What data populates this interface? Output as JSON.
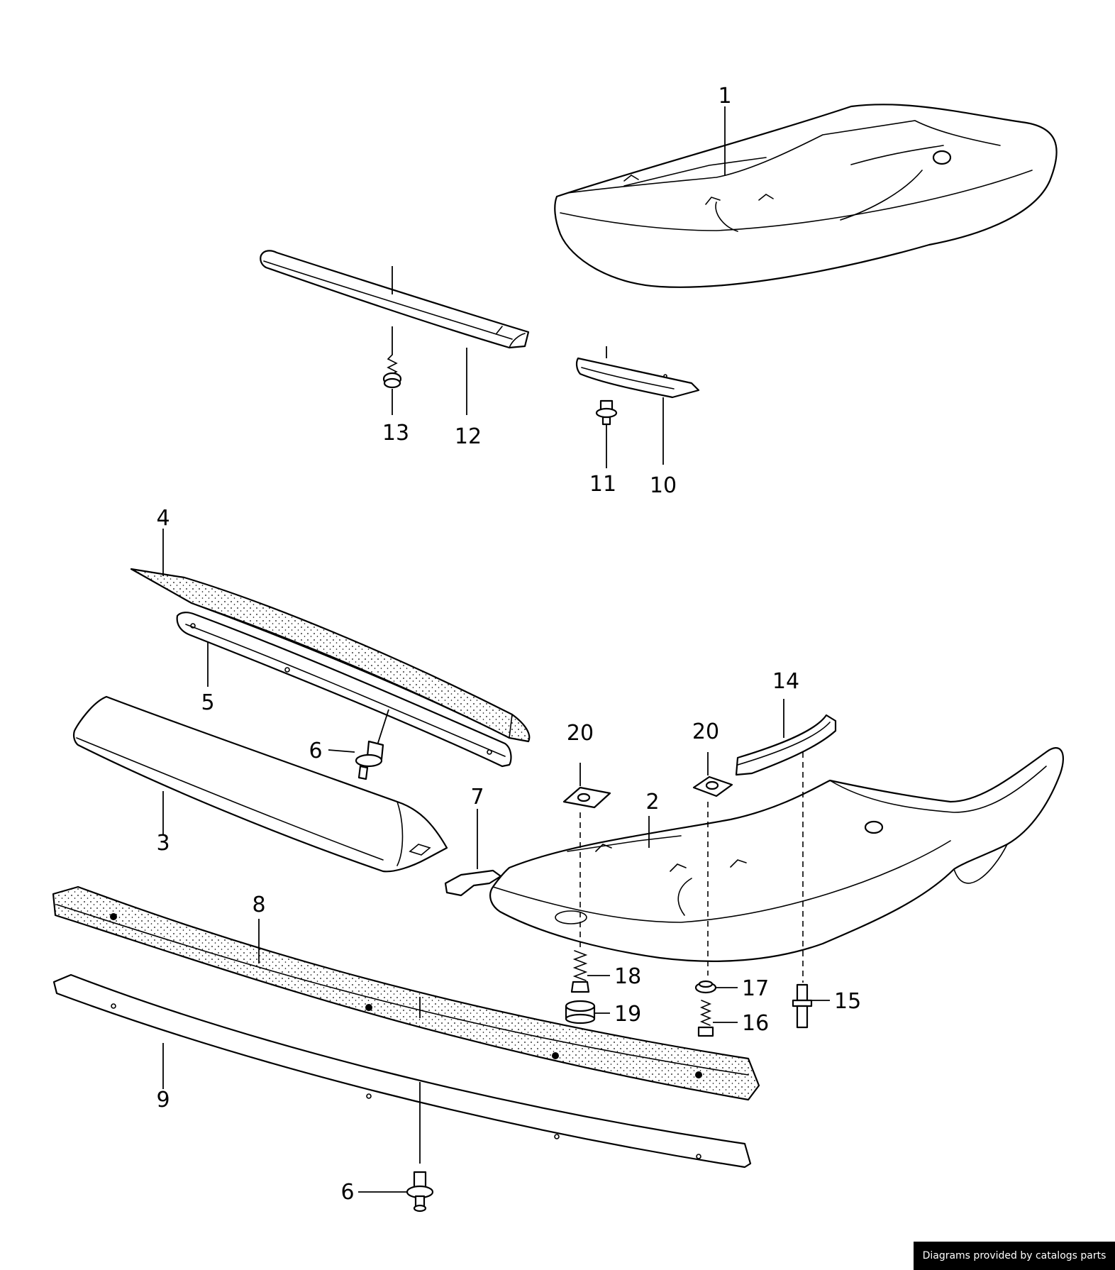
{
  "diagram": {
    "callouts": [
      {
        "id": "1",
        "text": "1"
      },
      {
        "id": "2",
        "text": "2"
      },
      {
        "id": "3",
        "text": "3"
      },
      {
        "id": "4",
        "text": "4"
      },
      {
        "id": "5",
        "text": "5"
      },
      {
        "id": "6a",
        "text": "6"
      },
      {
        "id": "6b",
        "text": "6"
      },
      {
        "id": "7",
        "text": "7"
      },
      {
        "id": "8",
        "text": "8"
      },
      {
        "id": "9",
        "text": "9"
      },
      {
        "id": "10",
        "text": "10"
      },
      {
        "id": "11",
        "text": "11"
      },
      {
        "id": "12",
        "text": "12"
      },
      {
        "id": "13",
        "text": "13"
      },
      {
        "id": "14",
        "text": "14"
      },
      {
        "id": "15",
        "text": "15"
      },
      {
        "id": "16",
        "text": "16"
      },
      {
        "id": "17",
        "text": "17"
      },
      {
        "id": "18",
        "text": "18"
      },
      {
        "id": "19",
        "text": "19"
      },
      {
        "id": "20a",
        "text": "20"
      },
      {
        "id": "20b",
        "text": "20"
      }
    ]
  },
  "footer": {
    "credit": "Diagrams provided by catalogs parts"
  }
}
